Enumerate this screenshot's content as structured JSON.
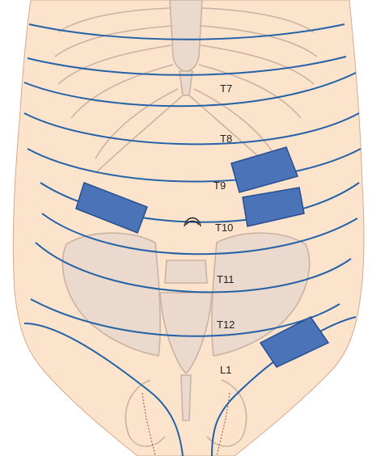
{
  "dermatome_labels": [
    "T7",
    "T8",
    "T9",
    "T10",
    "T11",
    "T12",
    "L1"
  ],
  "colors": {
    "skin": "#fbe3cc",
    "skin_edge": "#d9a98c",
    "bone_fill": "#ead9cc",
    "bone_line": "#c9b3a4",
    "dermatome_line": "#2462a8",
    "patch_fill": "#4a73b8",
    "patch_stroke": "#284f91",
    "label_text": "#222222",
    "groin_line": "#a0523a"
  },
  "icons": {
    "rib_cage": "rib-cage-icon",
    "pelvis": "pelvis-icon",
    "navel": "navel-icon",
    "patch": "patch-icon"
  }
}
